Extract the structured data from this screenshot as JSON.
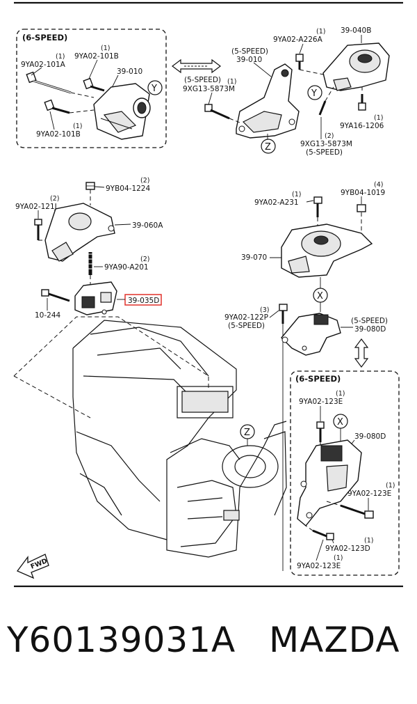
{
  "diagram": {
    "group_labels": {
      "top_left_box": "(6-SPEED)",
      "bottom_right_box": "(6-SPEED)",
      "five_speed_a": "(5-SPEED)",
      "five_speed_b": "(5-SPEED)",
      "five_speed_c": "(5-SPEED)",
      "five_speed_d": "(5-SPEED)",
      "five_speed_e": "(5-SPEED)"
    },
    "parts": [
      {
        "id": "p1",
        "qty": "(1)",
        "code": "9YA02-101A"
      },
      {
        "id": "p2",
        "qty": "(1)",
        "code": "9YA02-101B"
      },
      {
        "id": "p3",
        "qty": "",
        "code": "39-010"
      },
      {
        "id": "p4",
        "qty": "(1)",
        "code": "9YA02-101B"
      },
      {
        "id": "p5",
        "qty": "",
        "code": "39-010"
      },
      {
        "id": "p6",
        "qty": "(1)",
        "code": "9XG13-5873M"
      },
      {
        "id": "p7",
        "qty": "(1)",
        "code": "9YA02-A226A"
      },
      {
        "id": "p8",
        "qty": "",
        "code": "39-040B"
      },
      {
        "id": "p9",
        "qty": "(1)",
        "code": "9YA16-1206"
      },
      {
        "id": "p10",
        "qty": "(2)",
        "code": "9XG13-5873M"
      },
      {
        "id": "p11",
        "qty": "(2)",
        "code": "9YB04-1224"
      },
      {
        "id": "p12",
        "qty": "(2)",
        "code": "9YA02-121J"
      },
      {
        "id": "p13",
        "qty": "",
        "code": "39-060A"
      },
      {
        "id": "p14",
        "qty": "(2)",
        "code": "9YA90-A201"
      },
      {
        "id": "p15",
        "qty": "",
        "code": "39-035D"
      },
      {
        "id": "p16",
        "qty": "",
        "code": "10-244"
      },
      {
        "id": "p17",
        "qty": "(1)",
        "code": "9YA02-A231"
      },
      {
        "id": "p18",
        "qty": "(4)",
        "code": "9YB04-1019"
      },
      {
        "id": "p19",
        "qty": "",
        "code": "39-070"
      },
      {
        "id": "p20",
        "qty": "(3)",
        "code": "9YA02-122P"
      },
      {
        "id": "p21",
        "qty": "",
        "code": "39-080D"
      },
      {
        "id": "p22",
        "qty": "(1)",
        "code": "9YA02-123E"
      },
      {
        "id": "p23",
        "qty": "",
        "code": "39-080D"
      },
      {
        "id": "p24",
        "qty": "(1)",
        "code": "9YA02-123E"
      },
      {
        "id": "p25",
        "qty": "(1)",
        "code": "9YA02-123D"
      },
      {
        "id": "p26",
        "qty": "(1)",
        "code": "9YA02-123E"
      }
    ],
    "markers": {
      "y": "Y",
      "z": "Z",
      "x": "X"
    },
    "fwd": "FWD",
    "highlight_color": "#e0302a"
  },
  "footer": {
    "part_number": "Y60139031A",
    "brand": "MAZDA"
  }
}
